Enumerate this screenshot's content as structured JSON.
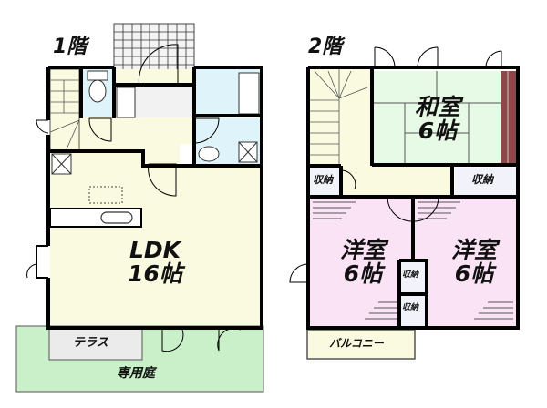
{
  "floors": [
    {
      "title": "1階",
      "rooms": {
        "ldk": {
          "name": "LDK",
          "size": "16帖"
        },
        "terrace": {
          "name": "テラス"
        },
        "garden": {
          "name": "専用庭"
        }
      }
    },
    {
      "title": "2階",
      "rooms": {
        "washitsu": {
          "name": "和室",
          "size": "6帖"
        },
        "yoshitsu_left": {
          "name": "洋室",
          "size": "6帖"
        },
        "yoshitsu_right": {
          "name": "洋室",
          "size": "6帖"
        },
        "storage_stair": {
          "name": "収納"
        },
        "storage_right": {
          "name": "収納"
        },
        "storage_mid_top": {
          "name": "収納"
        },
        "storage_mid_bottom": {
          "name": "収納"
        },
        "balcony": {
          "name": "バルコニー"
        }
      }
    }
  ],
  "colors": {
    "ldk": "#fafae0",
    "wet": "#dff3fa",
    "washitsu": "#e6fae6",
    "yoshitsu": "#fbe3f6",
    "garden": "#c9f0c9",
    "terrace": "#ebebeb",
    "storage": "#f2f2fa",
    "tokonoma": "#8a4848",
    "wall": "#000000"
  }
}
